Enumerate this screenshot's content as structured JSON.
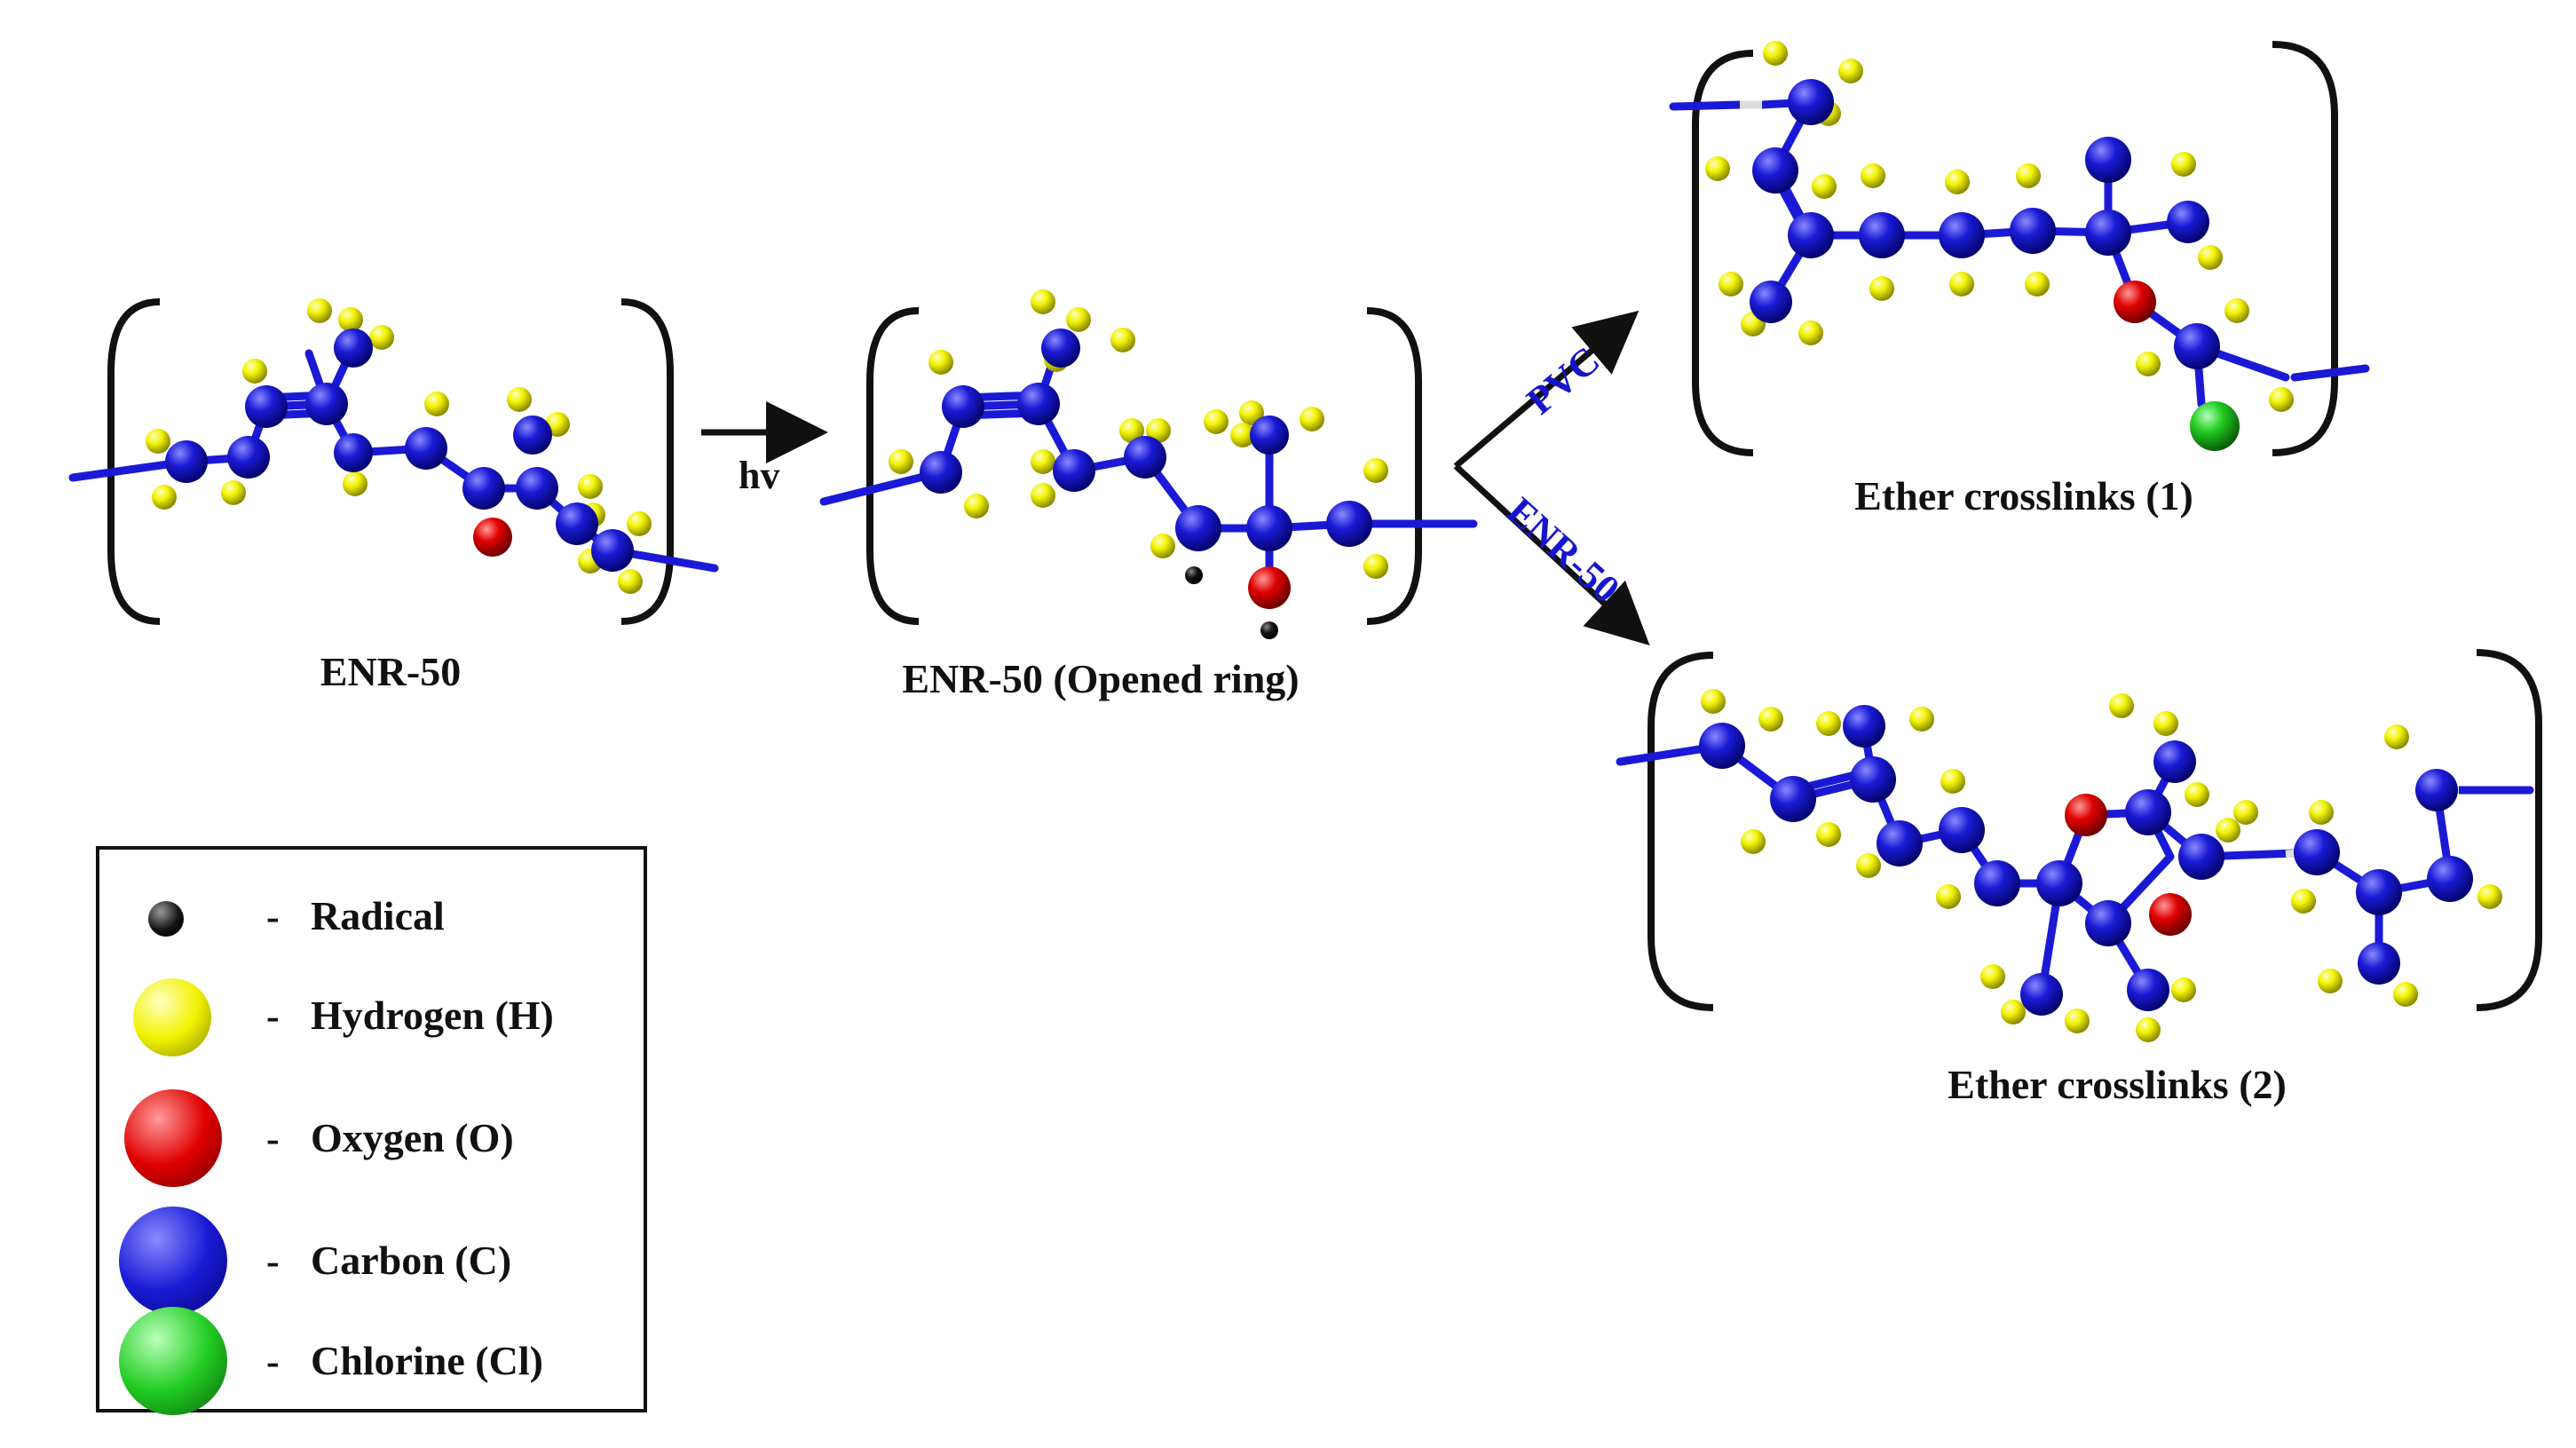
{
  "captions": {
    "enr50": "ENR-50",
    "opened": "ENR-50 (Opened ring)",
    "ether1": "Ether crosslinks (1)",
    "ether2": "Ether crosslinks (2)"
  },
  "arrows": {
    "hv": "hv",
    "pvc": "PVC",
    "enr50": "ENR-50"
  },
  "legend": [
    {
      "symbol": "-",
      "label": "Radical",
      "icon": "radical-dot",
      "color": "#111111"
    },
    {
      "symbol": "-",
      "label": "Hydrogen (H)",
      "icon": "hydrogen-sphere",
      "color": "#f2f200"
    },
    {
      "symbol": "-",
      "label": "Oxygen (O)",
      "icon": "oxygen-sphere",
      "color": "#e00000"
    },
    {
      "symbol": "-",
      "label": "Carbon (C)",
      "icon": "carbon-sphere",
      "color": "#1a1ad6"
    },
    {
      "symbol": "-",
      "label": "Chlorine (Cl)",
      "icon": "chlorine-sphere",
      "color": "#22cc22"
    }
  ],
  "colors": {
    "carbon": "#1a1ad6",
    "hydrogen": "#f2f200",
    "oxygen": "#e00000",
    "chlorine": "#22cc22",
    "radical": "#111111",
    "arrow_label": "#1515d0"
  }
}
